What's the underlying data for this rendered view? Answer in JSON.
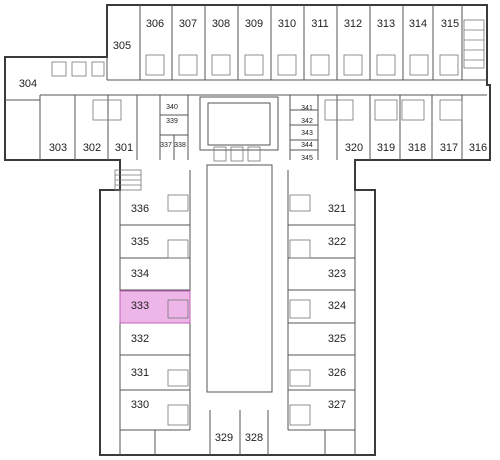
{
  "colors": {
    "wall": "#3a3a3a",
    "highlight_fill": "#eeb6e8",
    "highlight_stroke": "#c060b8",
    "background": "#ffffff"
  },
  "highlighted_room": "333",
  "rooms": {
    "r304": "304",
    "r305": "305",
    "r306": "306",
    "r307": "307",
    "r308": "308",
    "r309": "309",
    "r310": "310",
    "r311": "311",
    "r312": "312",
    "r313": "313",
    "r314": "314",
    "r315": "315",
    "r303": "303",
    "r302": "302",
    "r301": "301",
    "r320": "320",
    "r319": "319",
    "r318": "318",
    "r317": "317",
    "r316": "316",
    "r336": "336",
    "r335": "335",
    "r334": "334",
    "r333": "333",
    "r332": "332",
    "r331": "331",
    "r330": "330",
    "r329": "329",
    "r328": "328",
    "r321": "321",
    "r322": "322",
    "r323": "323",
    "r324": "324",
    "r325": "325",
    "r326": "326",
    "r327": "327",
    "r337": "337",
    "r338": "338",
    "r339": "339",
    "r340": "340",
    "r341": "341",
    "r342": "342",
    "r343": "343",
    "r344": "344",
    "r345": "345"
  }
}
